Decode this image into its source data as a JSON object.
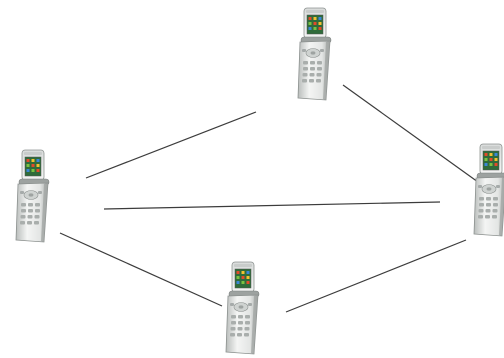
{
  "diagram": {
    "nodes": [
      {
        "id": "top",
        "icon": "flip-phone-icon"
      },
      {
        "id": "left",
        "icon": "flip-phone-icon"
      },
      {
        "id": "bottom",
        "icon": "flip-phone-icon"
      },
      {
        "id": "right",
        "icon": "flip-phone-icon"
      }
    ],
    "links": [
      {
        "from": "left",
        "to": "top"
      },
      {
        "from": "top",
        "to": "right"
      },
      {
        "from": "left",
        "to": "right"
      },
      {
        "from": "left",
        "to": "bottom"
      },
      {
        "from": "bottom",
        "to": "right"
      }
    ],
    "colors": {
      "link": "#3c3c3c",
      "phone_body": "#e9ebea",
      "phone_body_shade": "#b7bbb9",
      "screen": "#2f6b3a",
      "screen_icons": [
        "#e24a2b",
        "#f2c230",
        "#3a86d6",
        "#7ac142"
      ],
      "keys": "#9fa4a2"
    }
  }
}
